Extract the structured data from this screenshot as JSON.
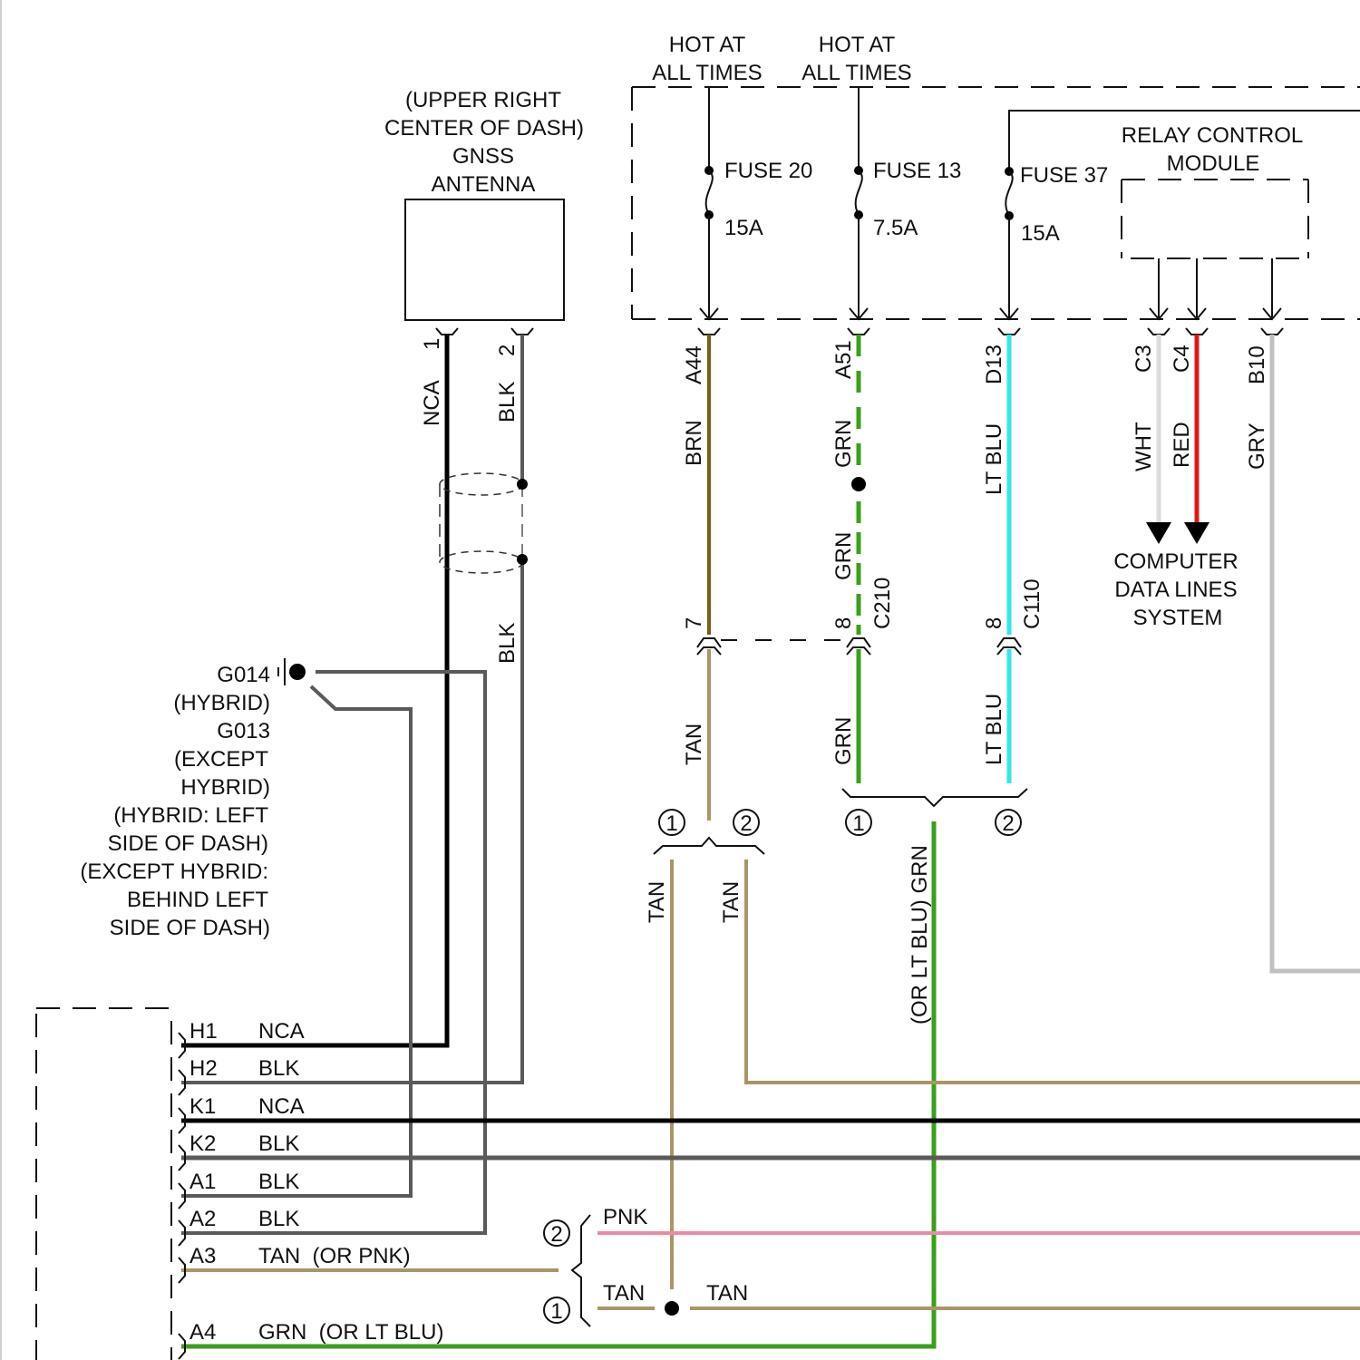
{
  "title": "GNSS Antenna / Relay Control Module Wiring Diagram",
  "colors": {
    "NCA": "#000000",
    "BLK": "#5a5a5a",
    "BRN": "#7a5c14",
    "TAN": "#a89668",
    "GRN": "#3aa01c",
    "LT_BLU": "#33e8e8",
    "WHT": "#dcdcdc",
    "RED": "#e01818",
    "GRY": "#c0c0c0",
    "PNK": "#ea8aa6"
  },
  "power": {
    "source1": [
      "HOT AT",
      "ALL TIMES"
    ],
    "source2": [
      "HOT AT",
      "ALL TIMES"
    ],
    "fuses": [
      {
        "name": "FUSE 20",
        "rating": "15A"
      },
      {
        "name": "FUSE 13",
        "rating": "7.5A"
      },
      {
        "name": "FUSE 37",
        "rating": "15A"
      }
    ]
  },
  "relay_module": {
    "label": [
      "RELAY CONTROL",
      "MODULE"
    ]
  },
  "antenna": {
    "label": [
      "(UPPER RIGHT",
      "CENTER OF DASH)",
      "GNSS",
      "ANTENNA"
    ],
    "pins": [
      {
        "pin": "1",
        "color": "NCA"
      },
      {
        "pin": "2",
        "color": "BLK"
      }
    ],
    "shield_wire_color": "BLK"
  },
  "ground": {
    "label": [
      "G014",
      "(HYBRID)",
      "G013",
      "(EXCEPT",
      "HYBRID)",
      "(HYBRID: LEFT",
      "SIDE OF DASH)",
      "(EXCEPT HYBRID:",
      "BEHIND LEFT",
      "SIDE OF DASH)"
    ]
  },
  "module_wires": [
    {
      "terminal": "A44",
      "color": "BRN"
    },
    {
      "terminal": "A51",
      "color": "GRN"
    },
    {
      "terminal": "D13",
      "color": "LT BLU"
    },
    {
      "terminal": "C3",
      "color": "WHT"
    },
    {
      "terminal": "C4",
      "color": "RED"
    },
    {
      "terminal": "B10",
      "color": "GRY"
    }
  ],
  "data_lines": [
    "COMPUTER",
    "DATA LINES",
    "SYSTEM"
  ],
  "connectors": {
    "c210_pin_a": "7",
    "c210_pin_b": "8",
    "c210": "C210",
    "c110_pin": "8",
    "c110": "C110"
  },
  "lower_wires": {
    "tan": "TAN",
    "grn": "GRN",
    "lt_blu": "LT BLU",
    "option1": "1",
    "option2": "2",
    "grn_alt": "(OR LT BLU)  GRN",
    "pnk": "PNK",
    "tan_a": "TAN",
    "tan_b": "TAN"
  },
  "radio_connector": {
    "pins": [
      {
        "pin": "H1",
        "color": "NCA"
      },
      {
        "pin": "H2",
        "color": "BLK"
      },
      {
        "pin": "K1",
        "color": "NCA"
      },
      {
        "pin": "K2",
        "color": "BLK"
      },
      {
        "pin": "A1",
        "color": "BLK"
      },
      {
        "pin": "A2",
        "color": "BLK"
      },
      {
        "pin": "A3",
        "color": "TAN  (OR PNK)"
      },
      {
        "pin": "A4",
        "color": "GRN  (OR LT BLU)"
      }
    ]
  }
}
